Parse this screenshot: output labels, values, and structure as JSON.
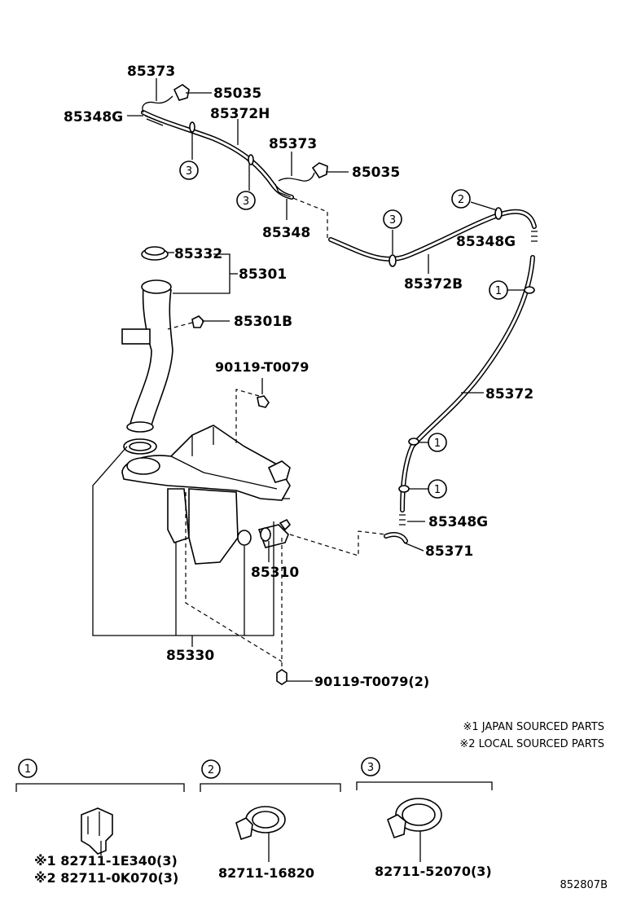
{
  "labels": {
    "p85373_a": "85373",
    "p85035_a": "85035",
    "p85348G_a": "85348G",
    "p85372H": "85372H",
    "p85373_b": "85373",
    "p85035_b": "85035",
    "p85348": "85348",
    "p85348G_b": "85348G",
    "p85372B": "85372B",
    "p85332": "85332",
    "p85301": "85301",
    "p85301B": "85301B",
    "p90119_a": "90119-T0079",
    "p85372": "85372",
    "p85348G_c": "85348G",
    "p85371": "85371",
    "p85310": "85310",
    "p85330": "85330",
    "p90119_b": "90119-T0079(2)"
  },
  "callouts": {
    "one": "1",
    "two": "2",
    "three": "3"
  },
  "notes": {
    "japan": "※1 JAPAN SOURCED PARTS",
    "local": "※2 LOCAL SOURCED PARTS"
  },
  "legend": {
    "box1_num": "1",
    "box1_part_a": "※1 82711-1E340(3)",
    "box1_part_b": "※2 82711-0K070(3)",
    "box2_num": "2",
    "box2_part": "82711-16820",
    "box3_num": "3",
    "box3_part": "82711-52070(3)"
  },
  "diagram_id": "852807B"
}
